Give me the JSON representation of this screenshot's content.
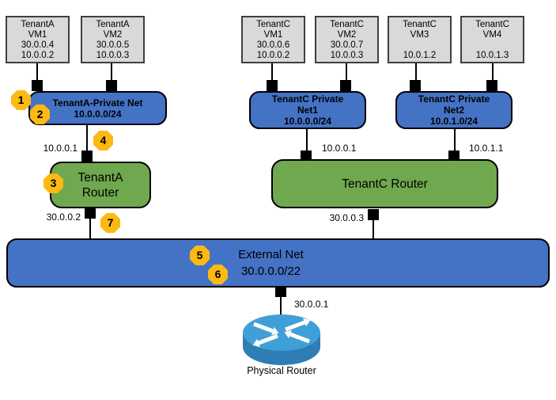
{
  "diagram_title": "tenant-network-topology",
  "vms": [
    {
      "name": "tenantA-vm1",
      "lines": [
        "TenantA",
        "VM1",
        "30.0.0.4",
        "10.0.0.2"
      ]
    },
    {
      "name": "tenantA-vm2",
      "lines": [
        "TenantA",
        "VM2",
        "30.0.0.5",
        "10.0.0.3"
      ]
    },
    {
      "name": "tenantC-vm1",
      "lines": [
        "TenantC",
        "VM1",
        "30.0.0.6",
        "10.0.0.2"
      ]
    },
    {
      "name": "tenantC-vm2",
      "lines": [
        "TenantC",
        "VM2",
        "30.0.0.7",
        "10.0.0.3"
      ]
    },
    {
      "name": "tenantC-vm3",
      "lines": [
        "TenantC",
        "VM3",
        "",
        "10.0.1.2"
      ]
    },
    {
      "name": "tenantC-vm4",
      "lines": [
        "TenantC",
        "VM4",
        "",
        "10.0.1.3"
      ]
    }
  ],
  "networks": {
    "tenantA_private": {
      "line1": "TenantA-Private Net",
      "line2": "10.0.0.0/24"
    },
    "tenantC_private1": {
      "line1": "TenantC Private",
      "line2": "Net1",
      "line3": "10.0.0.0/24"
    },
    "tenantC_private2": {
      "line1": "TenantC Private",
      "line2": "Net2",
      "line3": "10.0.1.0/24"
    },
    "external": {
      "line1": "External Net",
      "line2": "30.0.0.0/22"
    }
  },
  "routers": {
    "tenantA": {
      "line1": "TenantA",
      "line2": "Router"
    },
    "tenantC": {
      "label": "TenantC Router"
    },
    "physical": {
      "label": "Physical Router"
    }
  },
  "ip_labels": {
    "tenantA_gateway": "10.0.0.1",
    "tenantC_net1_gateway": "10.0.0.1",
    "tenantC_net2_gateway": "10.0.1.1",
    "tenantA_external": "30.0.0.2",
    "tenantC_external": "30.0.0.3",
    "physical_gateway": "30.0.0.1"
  },
  "badges": {
    "b1": "1",
    "b2": "2",
    "b3": "3",
    "b4": "4",
    "b5": "5",
    "b6": "6",
    "b7": "7"
  },
  "icons": {
    "physical_router": "cisco-router-icon"
  },
  "colors": {
    "network_blue": "#4472c4",
    "router_green": "#6fa84f",
    "vm_gray": "#d9d9d9",
    "badge_yellow": "#fdb913",
    "line_black": "#000000",
    "physical_router_top": "#3fa0d8",
    "physical_router_body": "#2e7eb5"
  }
}
